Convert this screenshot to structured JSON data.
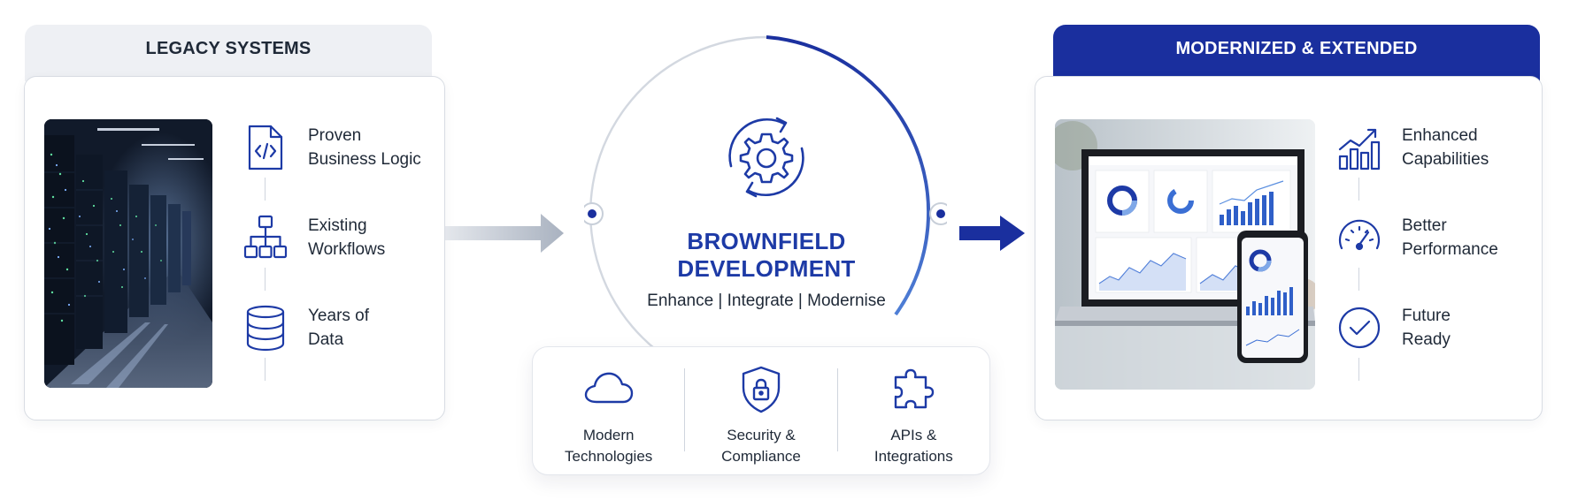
{
  "legacy": {
    "title": "LEGACY SYSTEMS",
    "features": [
      {
        "icon": "code-file-icon",
        "line1": "Proven",
        "line2": "Business Logic"
      },
      {
        "icon": "workflow-icon",
        "line1": "Existing",
        "line2": "Workflows"
      },
      {
        "icon": "database-icon",
        "line1": "Years of",
        "line2": "Data"
      }
    ]
  },
  "center": {
    "title_line1": "BROWNFIELD",
    "title_line2": "DEVELOPMENT",
    "subtitle": "Enhance | Integrate | Modernise",
    "pillars": [
      {
        "icon": "cloud-icon",
        "line1": "Modern",
        "line2": "Technologies"
      },
      {
        "icon": "shield-lock-icon",
        "line1": "Security &",
        "line2": "Compliance"
      },
      {
        "icon": "puzzle-icon",
        "line1": "APIs &",
        "line2": "Integrations"
      }
    ]
  },
  "modern": {
    "title": "MODERNIZED & EXTENDED",
    "features": [
      {
        "icon": "growth-chart-icon",
        "line1": "Enhanced",
        "line2": "Capabilities"
      },
      {
        "icon": "speedometer-icon",
        "line1": "Better",
        "line2": "Performance"
      },
      {
        "icon": "check-circle-icon",
        "line1": "Future",
        "line2": "Ready"
      }
    ]
  },
  "colors": {
    "primary": "#1d3aa6",
    "navy": "#1a2f9e",
    "legacy_tab": "#eef0f4",
    "text": "#1f2937"
  }
}
